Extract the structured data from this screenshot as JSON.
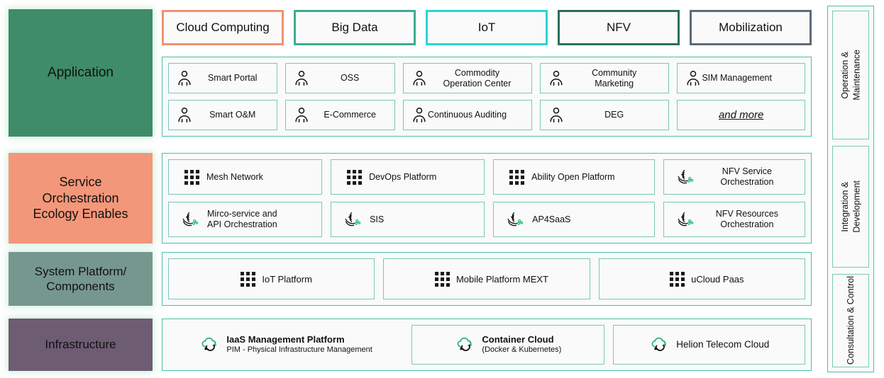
{
  "diagram": {
    "title": "Telecom Cloud Platform Architecture Stack",
    "colors": {
      "application_layer": "#3e8c68",
      "service_layer": "#f3977a",
      "system_layer": "#76978e",
      "infrastructure_layer": "#6e5c73",
      "panel_border": "#4cbfa6",
      "item_border": "#79c9b6",
      "icon_accent": "#2bb673"
    }
  },
  "layer_labels": {
    "application": "Application",
    "service": "Service\nOrchestration\nEcology Enables",
    "system": "System Platform/\nComponents",
    "infrastructure": "Infrastructure"
  },
  "top_tabs": [
    {
      "label": "Cloud Computing",
      "border_color": "#ef9272"
    },
    {
      "label": "Big Data",
      "border_color": "#3eac90"
    },
    {
      "label": "IoT",
      "border_color": "#2ed3d3"
    },
    {
      "label": "NFV",
      "border_color": "#2c6f5c"
    },
    {
      "label": "Mobilization",
      "border_color": "#5d6b7a"
    }
  ],
  "application_items": [
    {
      "label": "Smart Portal",
      "icon": "person-icon",
      "align": "center"
    },
    {
      "label": "OSS",
      "icon": "person-icon",
      "align": "center"
    },
    {
      "label": "Commodity\nOperation Center",
      "icon": "person-icon",
      "align": "center"
    },
    {
      "label": "Community\nMarketing",
      "icon": "person-icon",
      "align": "center"
    },
    {
      "label": "SIM Management",
      "icon": "person-icon",
      "align": "left"
    },
    {
      "label": "Smart O&M",
      "icon": "person-icon",
      "align": "center"
    },
    {
      "label": "E-Commerce",
      "icon": "person-icon",
      "align": "center"
    },
    {
      "label": "Continuous Auditing",
      "icon": "person-icon",
      "align": "left"
    },
    {
      "label": "DEG",
      "icon": "person-icon",
      "align": "center"
    },
    {
      "label": "and more",
      "icon": "none",
      "align": "center",
      "style": "italic-underline"
    }
  ],
  "service_items": [
    {
      "label": "Mesh Network",
      "icon": "grid-dots-icon",
      "align": "left"
    },
    {
      "label": "DevOps Platform",
      "icon": "grid-dots-icon",
      "align": "left"
    },
    {
      "label": "Ability Open Platform",
      "icon": "grid-dots-icon",
      "align": "left"
    },
    {
      "label": "NFV Service\nOrchestration",
      "icon": "orchestration-icon",
      "align": "center"
    },
    {
      "label": "Mirco-service and\nAPI Orchestration",
      "icon": "orchestration-icon",
      "align": "left"
    },
    {
      "label": "SIS",
      "icon": "orchestration-icon",
      "align": "left"
    },
    {
      "label": "AP4SaaS",
      "icon": "orchestration-icon",
      "align": "left"
    },
    {
      "label": "NFV Resources\nOrchestration",
      "icon": "orchestration-icon",
      "align": "center"
    }
  ],
  "system_items": [
    {
      "label": "IoT Platform",
      "icon": "grid-dots-icon"
    },
    {
      "label": "Mobile Platform MEXT",
      "icon": "grid-dots-icon"
    },
    {
      "label": "uCloud Paas",
      "icon": "grid-dots-icon"
    }
  ],
  "infrastructure_items": [
    {
      "title": "IaaS Management Platform",
      "subtitle": "PIM - Physical Infrastructure Management",
      "icon": "cloud-refresh-icon",
      "boxed": false
    },
    {
      "title": "Container Cloud",
      "subtitle": "(Docker & Kubernetes)",
      "icon": "cloud-refresh-icon",
      "boxed": true
    },
    {
      "title": "Helion Telecom Cloud",
      "subtitle": "",
      "icon": "cloud-refresh-icon",
      "boxed": true
    }
  ],
  "right_rail": [
    {
      "label": "Operation &\nMaintenance"
    },
    {
      "label": "Integration &\nDevelopment"
    },
    {
      "label": "Consultation & Control"
    }
  ]
}
